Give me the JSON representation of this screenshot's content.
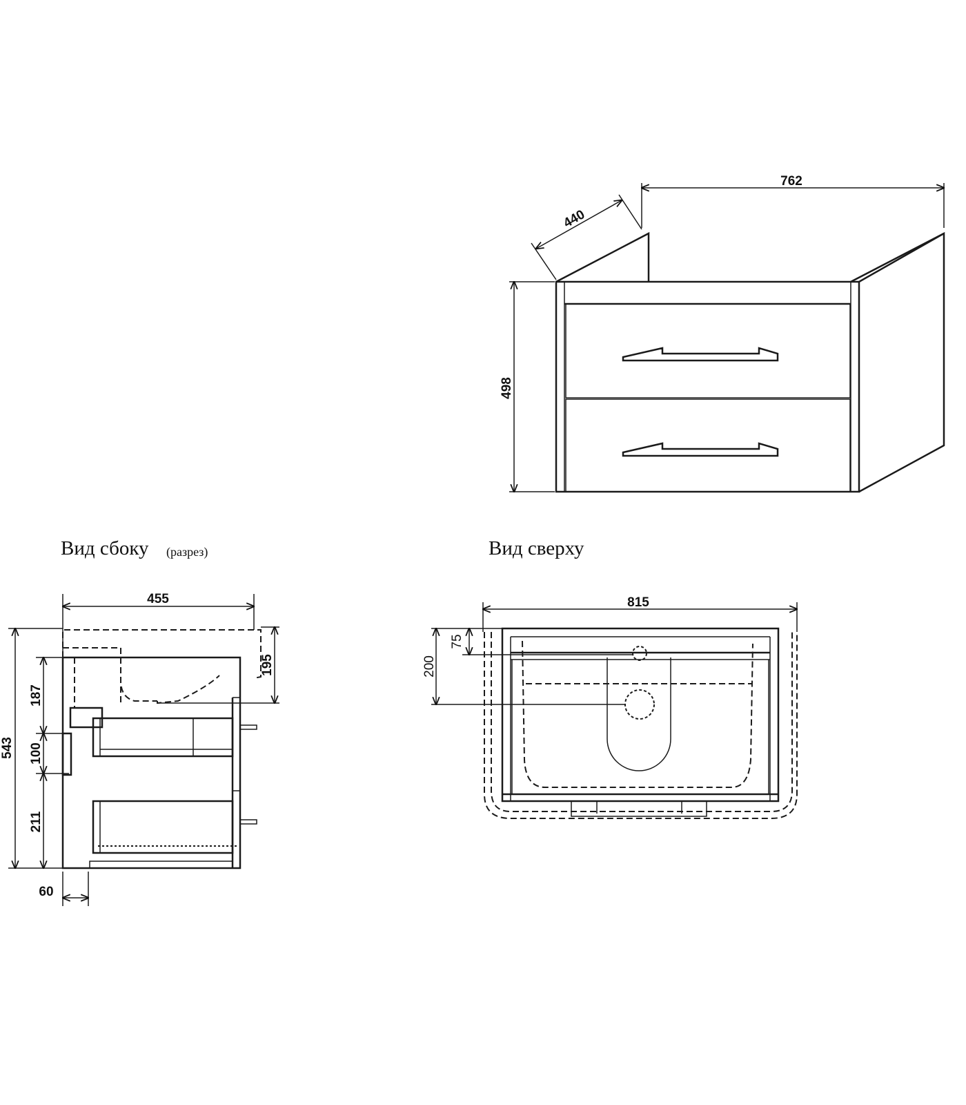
{
  "views": {
    "iso": {
      "dim_width": "762",
      "dim_depth": "440",
      "dim_height": "498"
    },
    "side": {
      "title": "Вид сбоку",
      "subtitle": "(разрез)",
      "dim_depth": "455",
      "dim_total_height": "543",
      "dim_top": "187",
      "dim_mid": "100",
      "dim_bottom": "211",
      "dim_sink_depth": "195",
      "dim_offset": "60"
    },
    "top": {
      "title": "Вид сверху",
      "dim_width": "815",
      "dim_drain_offset": "200",
      "dim_tap_offset": "75"
    }
  },
  "colors": {
    "line": "#1a1a1a",
    "background": "#ffffff"
  }
}
